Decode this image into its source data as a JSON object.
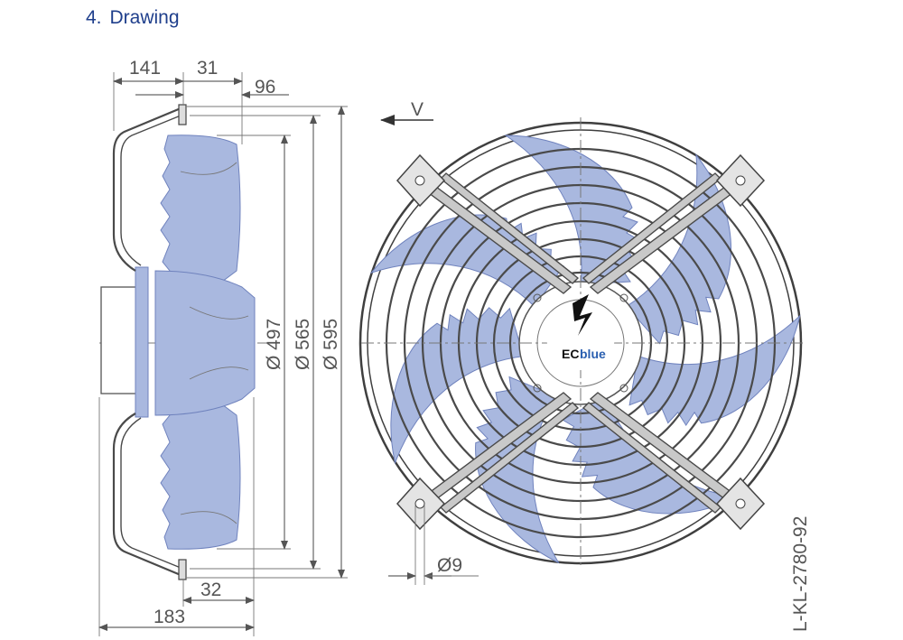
{
  "section": {
    "number": "4.",
    "title": "Drawing"
  },
  "side_view": {
    "dims": {
      "d141": "141",
      "d31": "31",
      "d96": "96",
      "d497": "Ø 497",
      "d565": "Ø 565",
      "d595": "Ø 595",
      "d32": "32",
      "d183": "183"
    }
  },
  "front_view": {
    "view_label": "V",
    "hole_label": "Ø9",
    "logo_text": "EC",
    "logo_text_accent": "blue",
    "drawing_code": "L-KL-2780-92"
  },
  "colors": {
    "title": "#1f3f8c",
    "blade": "#a9b8df",
    "blade_edge": "#6f82bd",
    "logo_accent": "#2a5fb0"
  }
}
